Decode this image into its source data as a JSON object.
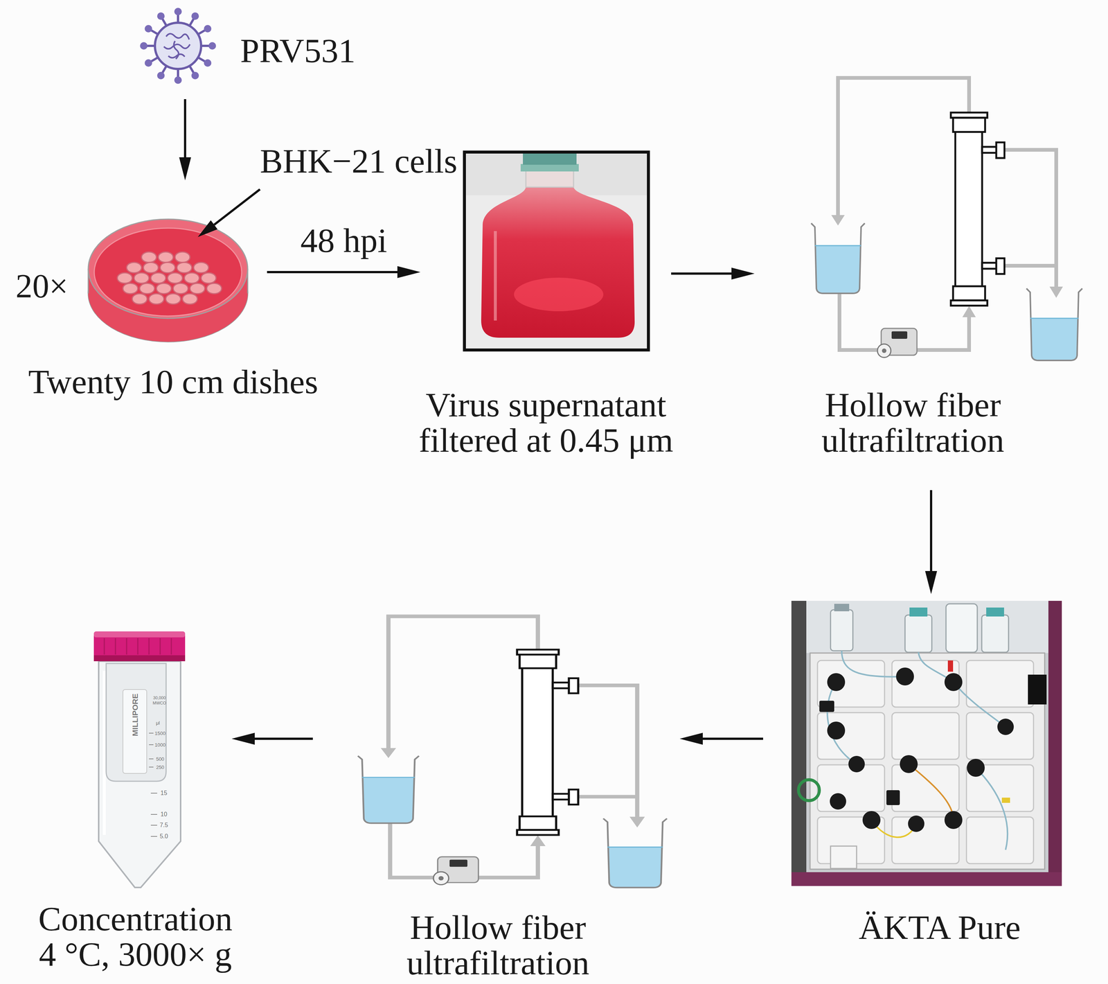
{
  "diagram": {
    "nodes": [
      {
        "text": [
          "PRV531"
        ]
      },
      {
        "text": [
          "Twenty 10 cm dishes"
        ]
      },
      {
        "text": [
          "Virus supernatant filtered at 0.45 μm"
        ]
      },
      {
        "text": [
          "Hollow fiber ultrafiltration"
        ]
      },
      {
        "text": [
          "ÄKTA Pure"
        ]
      },
      {
        "text": [
          "Hollow fiber ultrafiltration"
        ]
      },
      {
        "text": [
          "Concentration 4 °C, 3000× g"
        ]
      }
    ],
    "edges": [
      {
        "from": 0,
        "to": 1,
        "arrow": "to"
      },
      {
        "from": 1,
        "to": 2,
        "label": "48 hpi",
        "arrow": "to"
      },
      {
        "from": 2,
        "to": 3,
        "arrow": "to"
      },
      {
        "from": 3,
        "to": 4,
        "arrow": "to"
      },
      {
        "from": 4,
        "to": 5,
        "arrow": "to"
      },
      {
        "from": 5,
        "to": 6,
        "arrow": "to"
      }
    ],
    "labels": [
      "BHK−21 cells",
      "20×",
      "MILLIPORE",
      "30,000",
      "MWCO",
      "μl",
      "1500",
      "1000",
      "500",
      "250",
      "15",
      "10",
      "7.5",
      "5.0"
    ]
  }
}
